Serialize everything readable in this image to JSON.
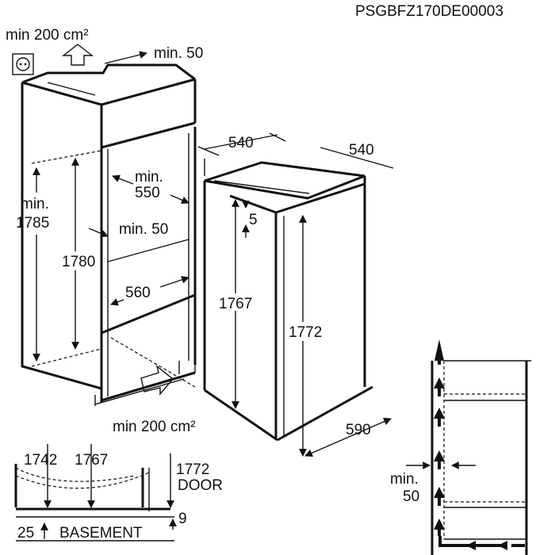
{
  "doc_code": "PSGBFZ170DE00003",
  "left": {
    "top_vent": "min 200 cm²",
    "top_gap": "min. 50",
    "height_min_prefix": "min.",
    "height_min_value": "1785",
    "inner_height": "1780",
    "depth_prefix": "min.",
    "depth_value": "550",
    "back_gap": "min. 50",
    "width": "560",
    "bottom_vent": "min 200 cm²"
  },
  "appliance": {
    "width": "540",
    "depth": "540",
    "gap": "5",
    "height_body": "1767",
    "height_door": "1772",
    "depth_open": "590"
  },
  "bottom_left": {
    "h1": "1742",
    "h2": "1767",
    "h3": "1772",
    "door_label": "DOOR",
    "bottom_gap": "25",
    "basement_label": "BASEMENT",
    "plinth": "9"
  },
  "right": {
    "gap_prefix": "min.",
    "gap_value": "50"
  },
  "icons": [
    "socket-icon",
    "airflow-arrow-icon"
  ]
}
